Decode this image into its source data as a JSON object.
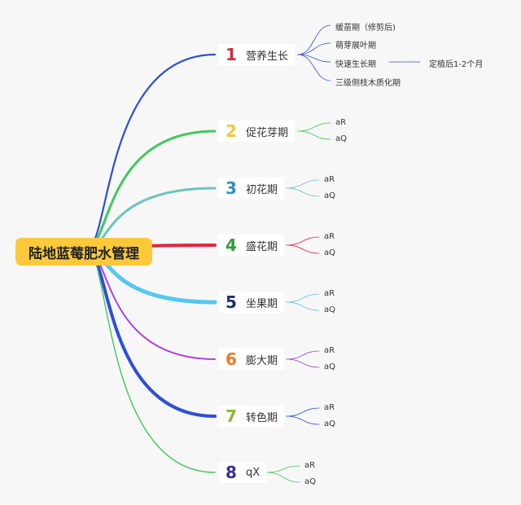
{
  "root_label": "陆地蓝莓肥水管理",
  "stages": [
    {
      "num": "1",
      "label": "营养生长",
      "num_color": "#d9283a",
      "line_color": "#2f4fd8",
      "children": [
        "缓苗期（修剪后)",
        "萌芽展叶期",
        "快速生长期",
        "三级侧枝木质化期"
      ],
      "sub_child": "定植后1-2个月"
    },
    {
      "num": "2",
      "label": "促花芽期",
      "num_color": "#f5c83a",
      "line_color": "#3fc95a",
      "children": [
        "aR",
        "aQ"
      ]
    },
    {
      "num": "3",
      "label": "初花期",
      "num_color": "#2a8fd0",
      "line_color": "#6cc4c0",
      "children": [
        "aR",
        "aQ"
      ]
    },
    {
      "num": "4",
      "label": "盛花期",
      "num_color": "#2c9e3a",
      "line_color": "#e8233e",
      "children": [
        "aR",
        "aQ"
      ]
    },
    {
      "num": "5",
      "label": "坐果期",
      "num_color": "#1d2f6a",
      "line_color": "#56c8ef",
      "children": [
        "aR",
        "aQ"
      ]
    },
    {
      "num": "6",
      "label": "膨大期",
      "num_color": "#f07a22",
      "line_color": "#b040e0",
      "children": [
        "aR",
        "aQ"
      ]
    },
    {
      "num": "7",
      "label": "转色期",
      "num_color": "#8ab82e",
      "line_color": "#2f4fd8",
      "children": [
        "aR",
        "aQ"
      ]
    },
    {
      "num": "8",
      "label": "qX",
      "num_color": "#3a2e9a",
      "line_color": "#3fc95a",
      "children": [
        "aR",
        "aQ"
      ]
    }
  ]
}
